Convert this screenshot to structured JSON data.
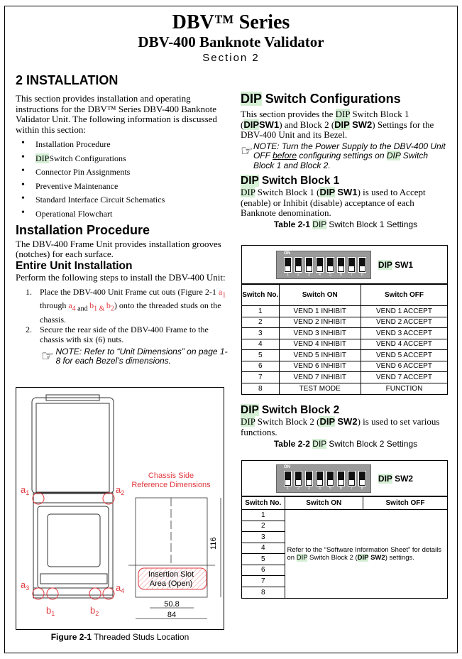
{
  "header": {
    "title": "DBV™ Series",
    "subtitle": "DBV-400 Banknote Validator",
    "section": "Section 2"
  },
  "left": {
    "heading": "2  INSTALLATION",
    "intro": "This section provides installation and operating instructions for the DBV™ Series DBV-400 Banknote Validator Unit. The following information is discussed within this section:",
    "bullets": [
      "Installation Procedure",
      "Switch Configurations",
      "Connector Pin Assignments",
      "Preventive Maintenance",
      "Standard Interface Circuit Schematics",
      "Operational Flowchart"
    ],
    "dip": "DIP",
    "proc_heading": "Installation Procedure",
    "proc_text": "The DBV-400 Frame Unit provides installation grooves (notches) for each surface.",
    "entire_heading": "Entire Unit Installation",
    "entire_text": "Perform the following steps to install the DBV-400 Unit:",
    "step1_num": "1.",
    "step1_a": "Place the DBV-400 Unit Frame cut outs (Figure 2-1 ",
    "step1_a1": "a",
    "step1_s1": "1",
    "step1_through": " through ",
    "step1_a4": "a",
    "step1_s4": "4",
    "step1_and": " and ",
    "step1_b1": "b",
    "step1_sb1": "1",
    "step1_amp": " & ",
    "step1_b2": "b",
    "step1_sb2": "2",
    "step1_end": ") onto the threaded studs on the chassis.",
    "step2_num": "2.",
    "step2": "Secure the rear side of the DBV-400 Frame to the chassis with six (6) nuts.",
    "note": "NOTE: Refer to “Unit Dimensions” on page 1-8 for each Bezel’s dimensions."
  },
  "figure": {
    "chassis_title1": "Chassis Side",
    "chassis_title2": "Reference Dimensions",
    "slot1": "Insertion Slot",
    "slot2": "Area (Open)",
    "dim_height": "116",
    "dim_inner": "50.8",
    "dim_outer": "84",
    "labels": {
      "a": "a",
      "b": "b",
      "n1": "1",
      "n2": "2",
      "n3": "3",
      "n4": "4"
    },
    "caption_bold": "Figure 2-1",
    "caption": " Threaded Studs Location"
  },
  "right": {
    "dip": "DIP",
    "config_heading": " Switch Configurations",
    "config_text1": "This section provides the ",
    "config_text2": " Switch Block 1 (",
    "sw1": "SW1",
    "config_text3": ") and Block 2 (",
    "sw2": "SW2",
    "config_text4": ") Settings for the DBV-400 Unit and its Bezel.",
    "note1": "NOTE: Turn the Power Supply to the DBV-400 Unit OFF ",
    "note_before": "before",
    "note2": " configuring settings on ",
    "note3": " Switch Block 1 and Block 2.",
    "block1_heading": " Switch Block 1",
    "block1_text1": " Switch Block 1 (",
    "block1_text2": ") is used to Accept (enable) or Inhibit (disable) acceptance of each Banknote denomination.",
    "table1_caption_bold": "Table 2-1 ",
    "table1_caption": " Switch Block 1 Settings",
    "block2_heading": " Switch Block 2",
    "block2_text1": " Switch Block 2 (",
    "block2_text2": ") is used to set various functions.",
    "table2_caption_bold": "Table 2-2 ",
    "table2_caption": " Switch Block 2 Settings",
    "dip_on": "ON",
    "dip_numbers": [
      "1",
      "2",
      "3",
      "4",
      "5",
      "6",
      "7",
      "8"
    ]
  },
  "table1": {
    "headers": [
      "Switch No.",
      "Switch ON",
      "Switch OFF"
    ],
    "rows": [
      [
        "1",
        "VEND 1 INHIBIT",
        "VEND 1 ACCEPT"
      ],
      [
        "2",
        "VEND 2 INHIBIT",
        "VEND 2 ACCEPT"
      ],
      [
        "3",
        "VEND 3 INHIBIT",
        "VEND 3 ACCEPT"
      ],
      [
        "4",
        "VEND 4 INHIBIT",
        "VEND 4 ACCEPT"
      ],
      [
        "5",
        "VEND 5 INHIBIT",
        "VEND 5 ACCEPT"
      ],
      [
        "6",
        "VEND 6 INHIBIT",
        "VEND 6 ACCEPT"
      ],
      [
        "7",
        "VEND 7 INHIBIT",
        "VEND 7 ACCEPT"
      ],
      [
        "8",
        "TEST MODE",
        "FUNCTION"
      ]
    ]
  },
  "table2": {
    "headers": [
      "Switch No.",
      "Switch ON",
      "Switch OFF"
    ],
    "rows": [
      "1",
      "2",
      "3",
      "4",
      "5",
      "6",
      "7",
      "8"
    ],
    "merged1": "Refer to the “Software Information Sheet” for details on ",
    "merged2": " Switch Block 2 (",
    "merged3": ") settings."
  },
  "colors": {
    "highlight": "#d5efd5",
    "red": "#e0393e"
  }
}
